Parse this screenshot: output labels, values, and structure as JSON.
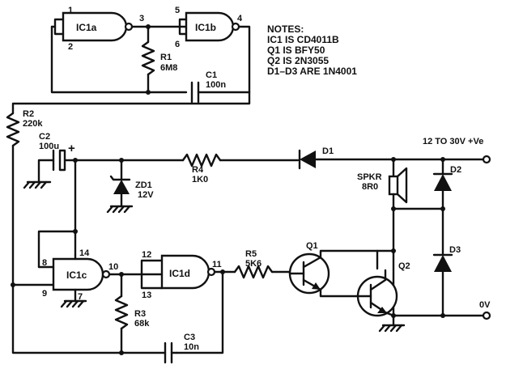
{
  "notes": {
    "title": "NOTES:",
    "lines": [
      "IC1 IS CD4011B",
      "Q1 IS BFY50",
      "Q2 IS 2N3055",
      "D1–D3 ARE 1N4001"
    ]
  },
  "gates": {
    "ic1a": "IC1a",
    "ic1b": "IC1b",
    "ic1c": "IC1c",
    "ic1d": "IC1d"
  },
  "pins": {
    "p1": "1",
    "p2": "2",
    "p3": "3",
    "p4": "4",
    "p5": "5",
    "p6": "6",
    "p7": "7",
    "p8": "8",
    "p9": "9",
    "p10": "10",
    "p11": "11",
    "p12": "12",
    "p13": "13",
    "p14": "14"
  },
  "components": {
    "r1": {
      "name": "R1",
      "value": "6M8"
    },
    "c1": {
      "name": "C1",
      "value": "100n"
    },
    "r2": {
      "name": "R2",
      "value": "220k"
    },
    "c2": {
      "name": "C2",
      "value": "100u",
      "polarity": "+"
    },
    "r4": {
      "name": "R4",
      "value": "1K0"
    },
    "d1": {
      "name": "D1"
    },
    "zd1": {
      "name": "ZD1",
      "value": "12V"
    },
    "spkr": {
      "name": "SPKR",
      "value": "8R0"
    },
    "d2": {
      "name": "D2"
    },
    "d3": {
      "name": "D3"
    },
    "r5": {
      "name": "R5",
      "value": "5K6"
    },
    "q1": {
      "name": "Q1"
    },
    "q2": {
      "name": "Q2"
    },
    "r3": {
      "name": "R3",
      "value": "68k"
    },
    "c3": {
      "name": "C3",
      "value": "10n"
    }
  },
  "terminals": {
    "supply": "12 TO 30V +Ve",
    "ground": "0V"
  }
}
